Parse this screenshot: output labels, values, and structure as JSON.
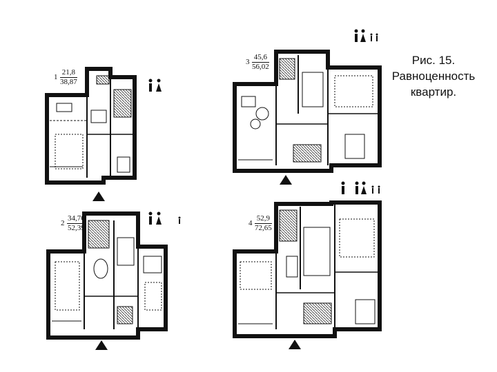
{
  "caption": {
    "line1": "Рис. 15.",
    "line2": "Равноценность",
    "line3": "квартир."
  },
  "plans": [
    {
      "number": "1",
      "area_top": "21,8",
      "area_bottom": "38,87"
    },
    {
      "number": "2",
      "area_top": "34,76",
      "area_bottom": "52,39"
    },
    {
      "number": "3",
      "area_top": "45,6",
      "area_bottom": "56,02"
    },
    {
      "number": "4",
      "area_top": "52,9",
      "area_bottom": "72,65"
    }
  ],
  "icons": {
    "people": "person-figures-icon",
    "entrance": "entrance-arrow-icon"
  }
}
